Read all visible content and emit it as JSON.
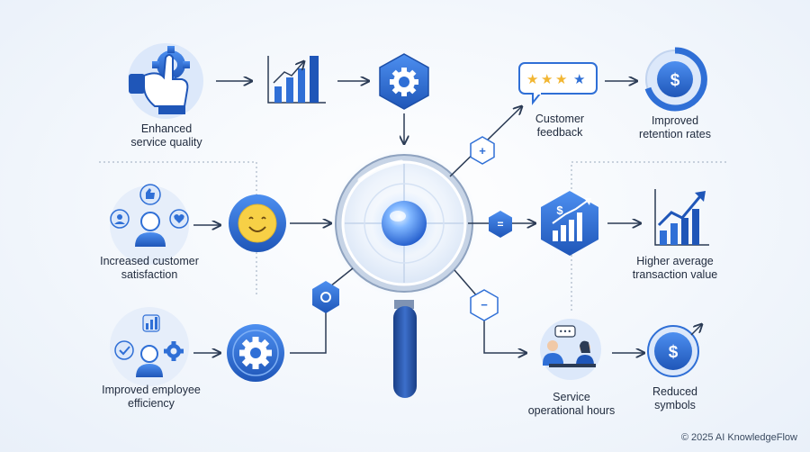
{
  "labels": {
    "enhanced_service_quality": [
      "Enhanced",
      "service quality"
    ],
    "increased_customer_satisfaction": [
      "Increased customer",
      "satisfaction"
    ],
    "improved_employee_efficiency": [
      "Improved employee",
      "efficiency"
    ],
    "customer_feedback": [
      "Customer",
      "feedback"
    ],
    "improved_retention_rates": [
      "Improved",
      "retention rates"
    ],
    "higher_average_transaction_value": [
      "Higher average",
      "transaction value"
    ],
    "service_operational_hours": [
      "Service",
      "operational hours"
    ],
    "reduced_symbols": [
      "Reduced",
      "symbols"
    ]
  },
  "connector_glyphs": {
    "plus": "+",
    "equals": "=",
    "minus": "−"
  },
  "currency_symbol": "$",
  "copyright": "© 2025 AI KnowledgeFlow",
  "colors": {
    "primary_blue": "#2f6fd6",
    "dark_blue": "#1d4fa8",
    "light_blue": "#dbe8fb",
    "arrow": "#2b3b55",
    "star_gold": "#f2b632",
    "smiley_yellow": "#f7d046"
  }
}
